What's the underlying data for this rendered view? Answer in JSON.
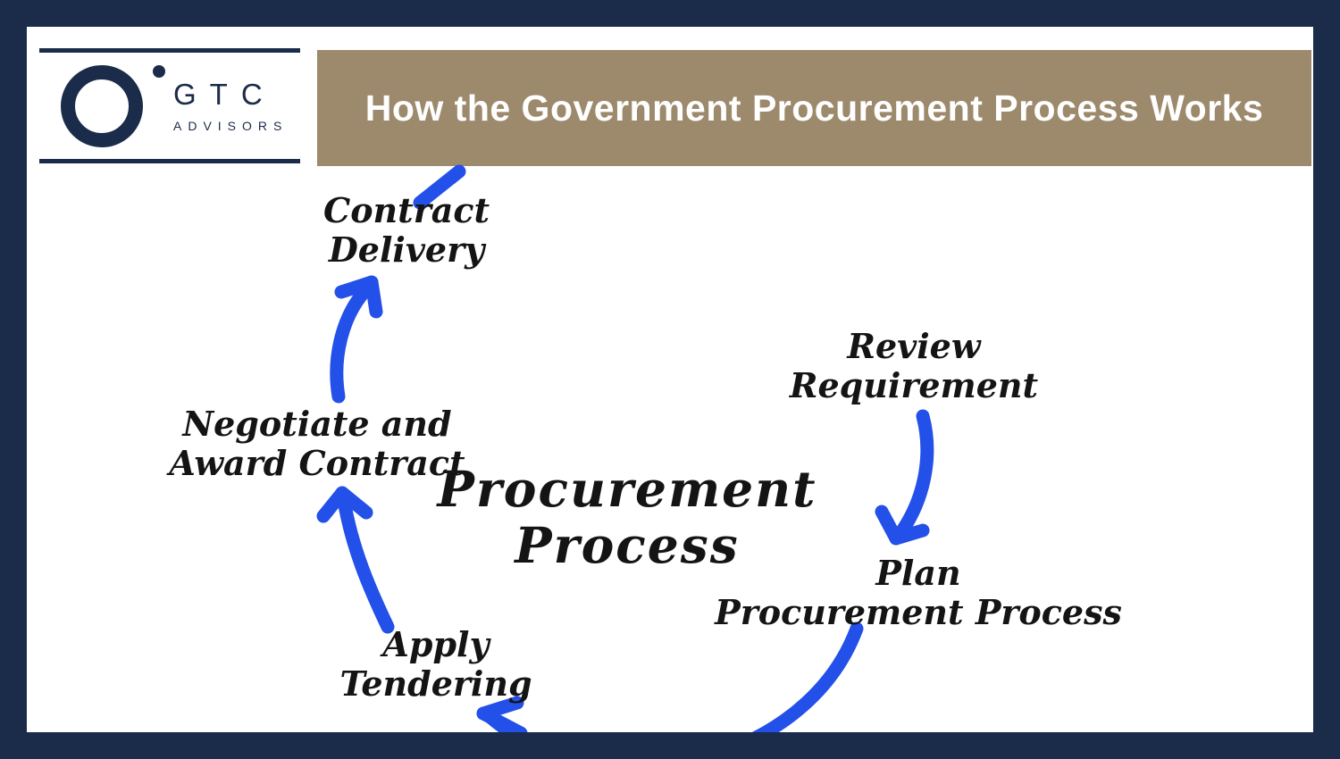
{
  "banner": {
    "title": "How the Government Procurement Process Works"
  },
  "logo": {
    "brand": "GTC",
    "subtitle": "ADVISORS"
  },
  "diagram": {
    "center_label": {
      "line1": "Procurement",
      "line2": "Process"
    },
    "steps": [
      {
        "name": "contract-delivery",
        "line1": "Contract",
        "line2": "Delivery"
      },
      {
        "name": "review-requirement",
        "line1": "Review",
        "line2": "Requirement"
      },
      {
        "name": "plan-procurement-process",
        "line1": "Plan",
        "line2": "Procurement Process"
      },
      {
        "name": "apply-tendering",
        "line1": "Apply",
        "line2": "Tendering"
      },
      {
        "name": "negotiate-award-contract",
        "line1": "Negotiate and",
        "line2": "Award Contract"
      }
    ]
  },
  "colors": {
    "navy": "#1b2b4a",
    "banner-tan": "#9d8a6c",
    "arrow-blue": "#2350e8",
    "ink": "#141414"
  }
}
